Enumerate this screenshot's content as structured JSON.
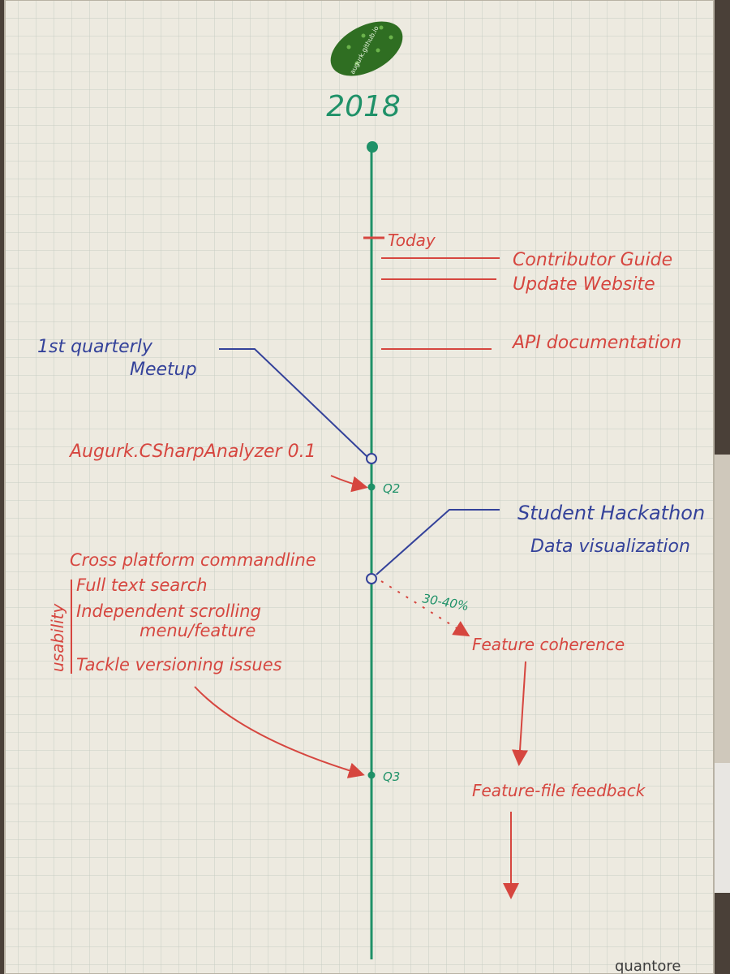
{
  "colors": {
    "paper": "#edeae0",
    "grid": "#c8cdc4",
    "timeline": "#1f9168",
    "red_marker": "#d6463f",
    "blue_marker": "#34429a",
    "pickle": "#2f6e22"
  },
  "logo": {
    "icon": "pickle-icon",
    "text": "augurk.github.io"
  },
  "year": "2018",
  "today_label": "Today",
  "right_items": [
    {
      "label": "Contributor Guide"
    },
    {
      "label": "Update Website"
    },
    {
      "label": "API documentation"
    }
  ],
  "meetup": {
    "line1": "1st quarterly",
    "line2": "Meetup"
  },
  "analyzer": "Augurk.CSharpAnalyzer 0.1",
  "quarter_q2": "Q2",
  "quarter_q3": "Q3",
  "hackathon": {
    "line1": "Student Hackathon",
    "line2": "Data visualization"
  },
  "cross_platform": "Cross platform commandline",
  "usability": {
    "label": "usability",
    "items": [
      "Full text search",
      "Independent scrolling",
      "menu/feature",
      "Tackle versioning issues"
    ]
  },
  "progress_label": "30-40%",
  "feature_coherence": "Feature coherence",
  "feature_file_feedback": "Feature-file feedback",
  "brand": "quantore"
}
